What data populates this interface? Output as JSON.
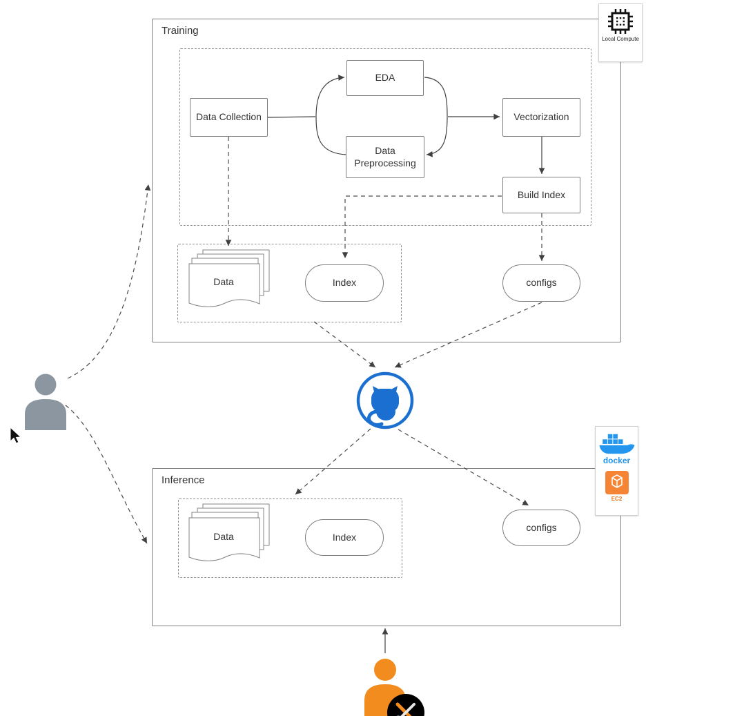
{
  "training": {
    "title": "Training",
    "nodes": {
      "data_collection": "Data Collection",
      "eda": "EDA",
      "data_preprocessing": "Data Preprocessing",
      "vectorization": "Vectorization",
      "build_index": "Build Index"
    },
    "artifacts": {
      "data": "Data",
      "index": "Index",
      "configs": "configs"
    }
  },
  "inference": {
    "title": "Inference",
    "artifacts": {
      "data": "Data",
      "index": "Index",
      "configs": "configs"
    }
  },
  "badges": {
    "local_compute": {
      "label": "Local Compute",
      "icon": "chip-icon"
    },
    "docker": {
      "label": "docker",
      "icon": "docker-whale-icon"
    },
    "ec2": {
      "label": "EC2",
      "icon": "ec2-cube-icon"
    }
  },
  "icons": {
    "center_hub": "github-octocat-icon",
    "left_actor": "user-person-icon",
    "bottom_actor": "engineer-person-icon",
    "bottom_actor_badge": "tools-badge-icon",
    "pointer": "mouse-cursor-icon"
  },
  "colors": {
    "github_blue": "#1a6fd0",
    "user_gray": "#8c96a0",
    "engineer_orange": "#f28c1e",
    "docker_blue": "#2496ed",
    "ec2_orange": "#f58534",
    "line_gray": "#4a4a4a"
  },
  "edges": [
    {
      "from": "data-collection",
      "to": "eda-preprocessing-cycle",
      "style": "solid"
    },
    {
      "from": "eda-preprocessing-cycle",
      "to": "vectorization",
      "style": "solid"
    },
    {
      "from": "vectorization",
      "to": "build-index",
      "style": "solid"
    },
    {
      "from": "data-collection",
      "to": "training-data",
      "style": "dashed"
    },
    {
      "from": "build-index",
      "to": "training-index",
      "style": "dashed"
    },
    {
      "from": "build-index",
      "to": "training-configs",
      "style": "dashed"
    },
    {
      "from": "training-storage",
      "to": "github",
      "style": "dashed"
    },
    {
      "from": "training-configs",
      "to": "github",
      "style": "dashed"
    },
    {
      "from": "github",
      "to": "inference-storage",
      "style": "dashed"
    },
    {
      "from": "github",
      "to": "inference-configs",
      "style": "dashed"
    },
    {
      "from": "user",
      "to": "training",
      "style": "dashed"
    },
    {
      "from": "user",
      "to": "inference",
      "style": "dashed"
    },
    {
      "from": "engineer",
      "to": "inference",
      "style": "solid"
    }
  ]
}
